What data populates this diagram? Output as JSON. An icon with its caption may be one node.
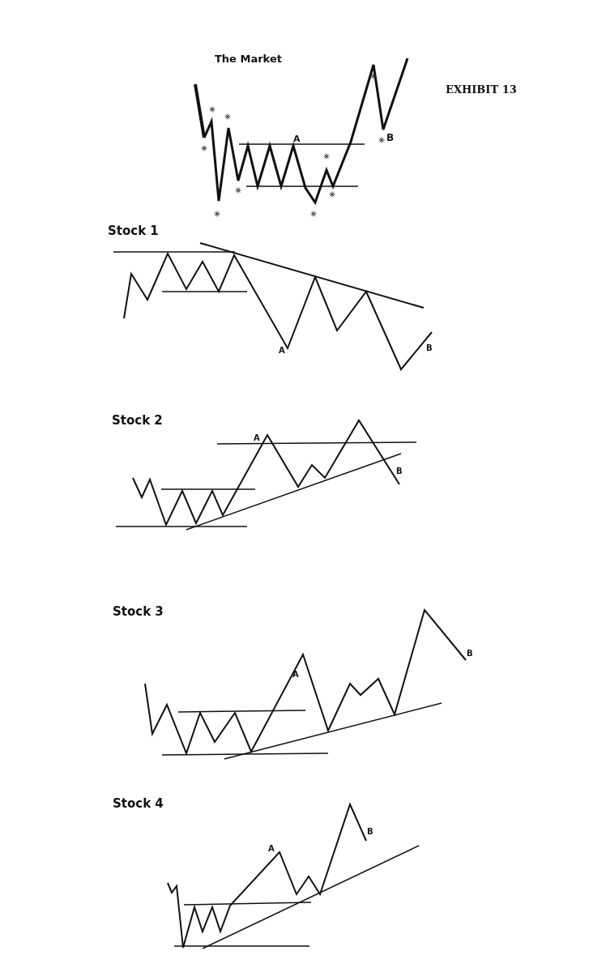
{
  "diagram": {
    "labels": [
      "The Market",
      "EXHIBIT 13",
      "A",
      "B",
      "Stock 1",
      "A",
      "B",
      "Stock 2",
      "A",
      "B",
      "Stock 3",
      "A",
      "B",
      "Stock 4",
      "A",
      "B"
    ]
  }
}
